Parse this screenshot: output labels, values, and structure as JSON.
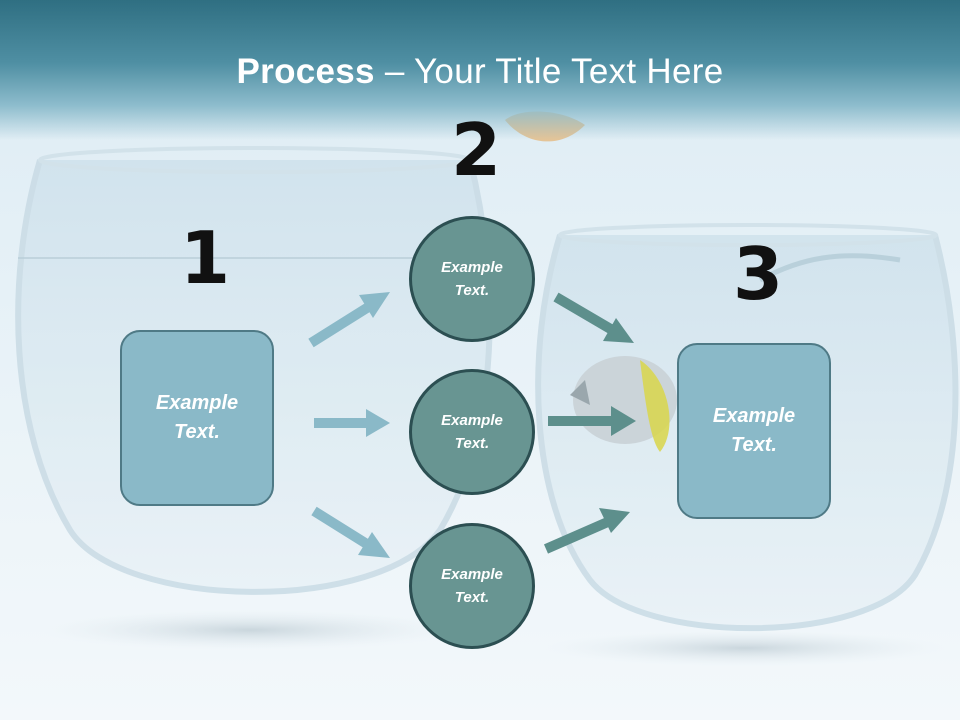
{
  "title": {
    "bold": "Process",
    "rest": " – Your Title Text Here"
  },
  "steps": [
    {
      "number": "1",
      "label": "Example\nText."
    },
    {
      "number": "2",
      "items": [
        "Example\nText.",
        "Example\nText.",
        "Example\nText."
      ]
    },
    {
      "number": "3",
      "label": "Example\nText."
    }
  ],
  "colors": {
    "box_fill": "#8ab9c8",
    "circle_fill": "#689592",
    "arrow_light": "#8ab9c8",
    "arrow_dark": "#5d8f8c",
    "header": "#2f6f82"
  }
}
